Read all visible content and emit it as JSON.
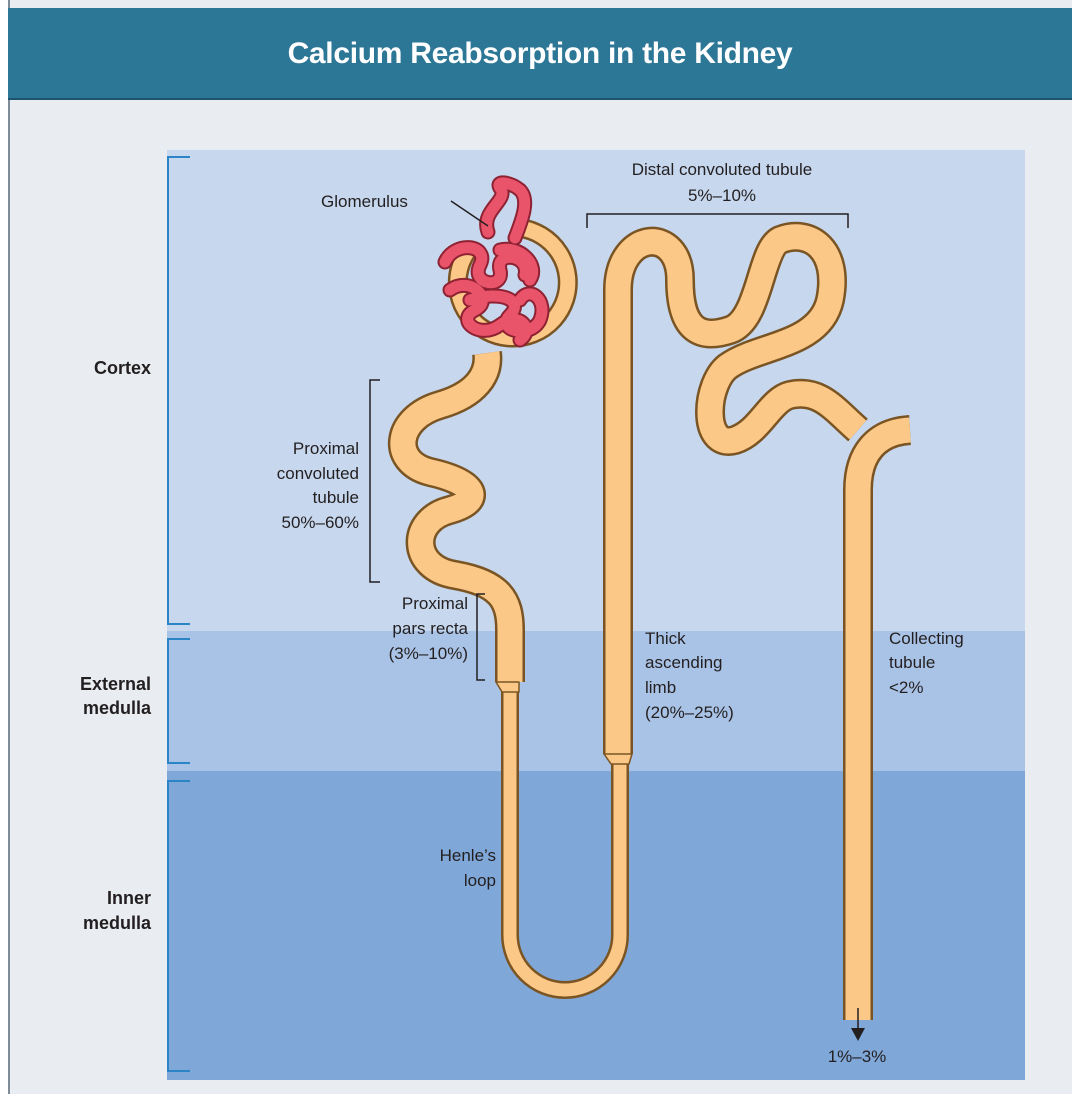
{
  "title": "Calcium Reabsorption in the Kidney",
  "zones": {
    "cortex": "Cortex",
    "external_medulla": [
      "External",
      "medulla"
    ],
    "inner_medulla": [
      "Inner",
      "medulla"
    ]
  },
  "segments": {
    "glomerulus": "Glomerulus",
    "distal": {
      "name": "Distal convoluted tubule",
      "value": "5%–10%"
    },
    "proximal_convoluted": {
      "lines": [
        "Proximal",
        "convoluted",
        "tubule"
      ],
      "value": "50%–60%"
    },
    "pars_recta": {
      "lines": [
        "Proximal",
        "pars recta"
      ],
      "value": "(3%–10%)"
    },
    "thick_ascending": {
      "lines": [
        "Thick",
        "ascending",
        "limb"
      ],
      "value": "(20%–25%)"
    },
    "collecting": {
      "lines": [
        "Collecting",
        "tubule"
      ],
      "value": "<2%"
    },
    "henle": [
      "Henle’s",
      "loop"
    ],
    "excreted": "1%–3%"
  },
  "colors": {
    "cortex_band": "#c6d7ee",
    "external_band": "#a9c3e6",
    "inner_band": "#7fa7d8",
    "tubule_fill": "#fcc887",
    "tubule_outline": "#7a5523",
    "glomerulus": "#e9546b",
    "bracket": "#2a84c5"
  }
}
